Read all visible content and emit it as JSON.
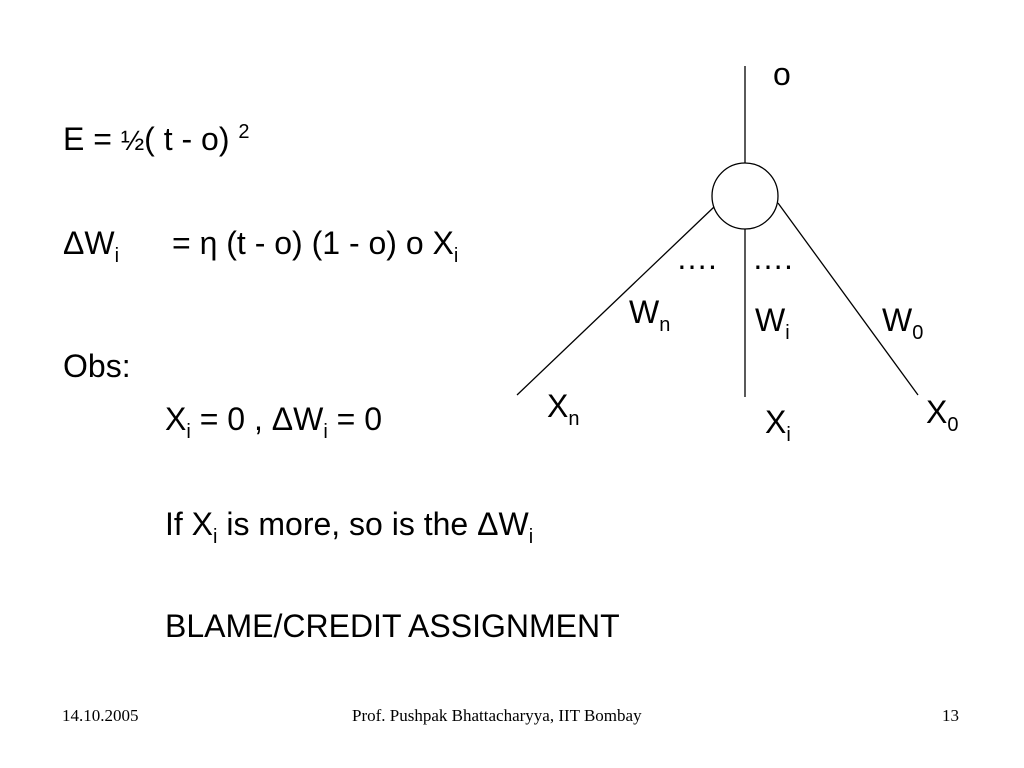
{
  "equations": {
    "error": {
      "lhs": "E = ",
      "half": "½",
      "rest": "( t - o) ",
      "exponent": "2"
    },
    "weight_update": {
      "delta_w": "ΔW",
      "delta_w_sub": "i",
      "rhs": "= η (t - o) (1 - o) o X",
      "rhs_sub": "i"
    }
  },
  "observations": {
    "heading": "Obs:",
    "line1": {
      "x": "X",
      "x_sub": "i",
      "mid": " = 0 ,  ΔW",
      "w_sub": "i",
      "end": " = 0"
    },
    "line2": {
      "start": "If X",
      "x_sub": "i",
      "mid": " is more, so is the ΔW",
      "w_sub": "i"
    },
    "line3": "BLAME/CREDIT ASSIGNMENT"
  },
  "diagram": {
    "output_label": "o",
    "dots_left": "….",
    "dots_right": "….",
    "weights": [
      {
        "base": "W",
        "sub": "n"
      },
      {
        "base": "W",
        "sub": "i"
      },
      {
        "base": "W",
        "sub": "0"
      }
    ],
    "inputs": [
      {
        "base": "X",
        "sub": "n"
      },
      {
        "base": "X",
        "sub": "i"
      },
      {
        "base": "X",
        "sub": "0"
      }
    ]
  },
  "footer": {
    "date": "14.10.2005",
    "author": "Prof. Pushpak Bhattacharyya, IIT Bombay",
    "page_number": "13"
  }
}
